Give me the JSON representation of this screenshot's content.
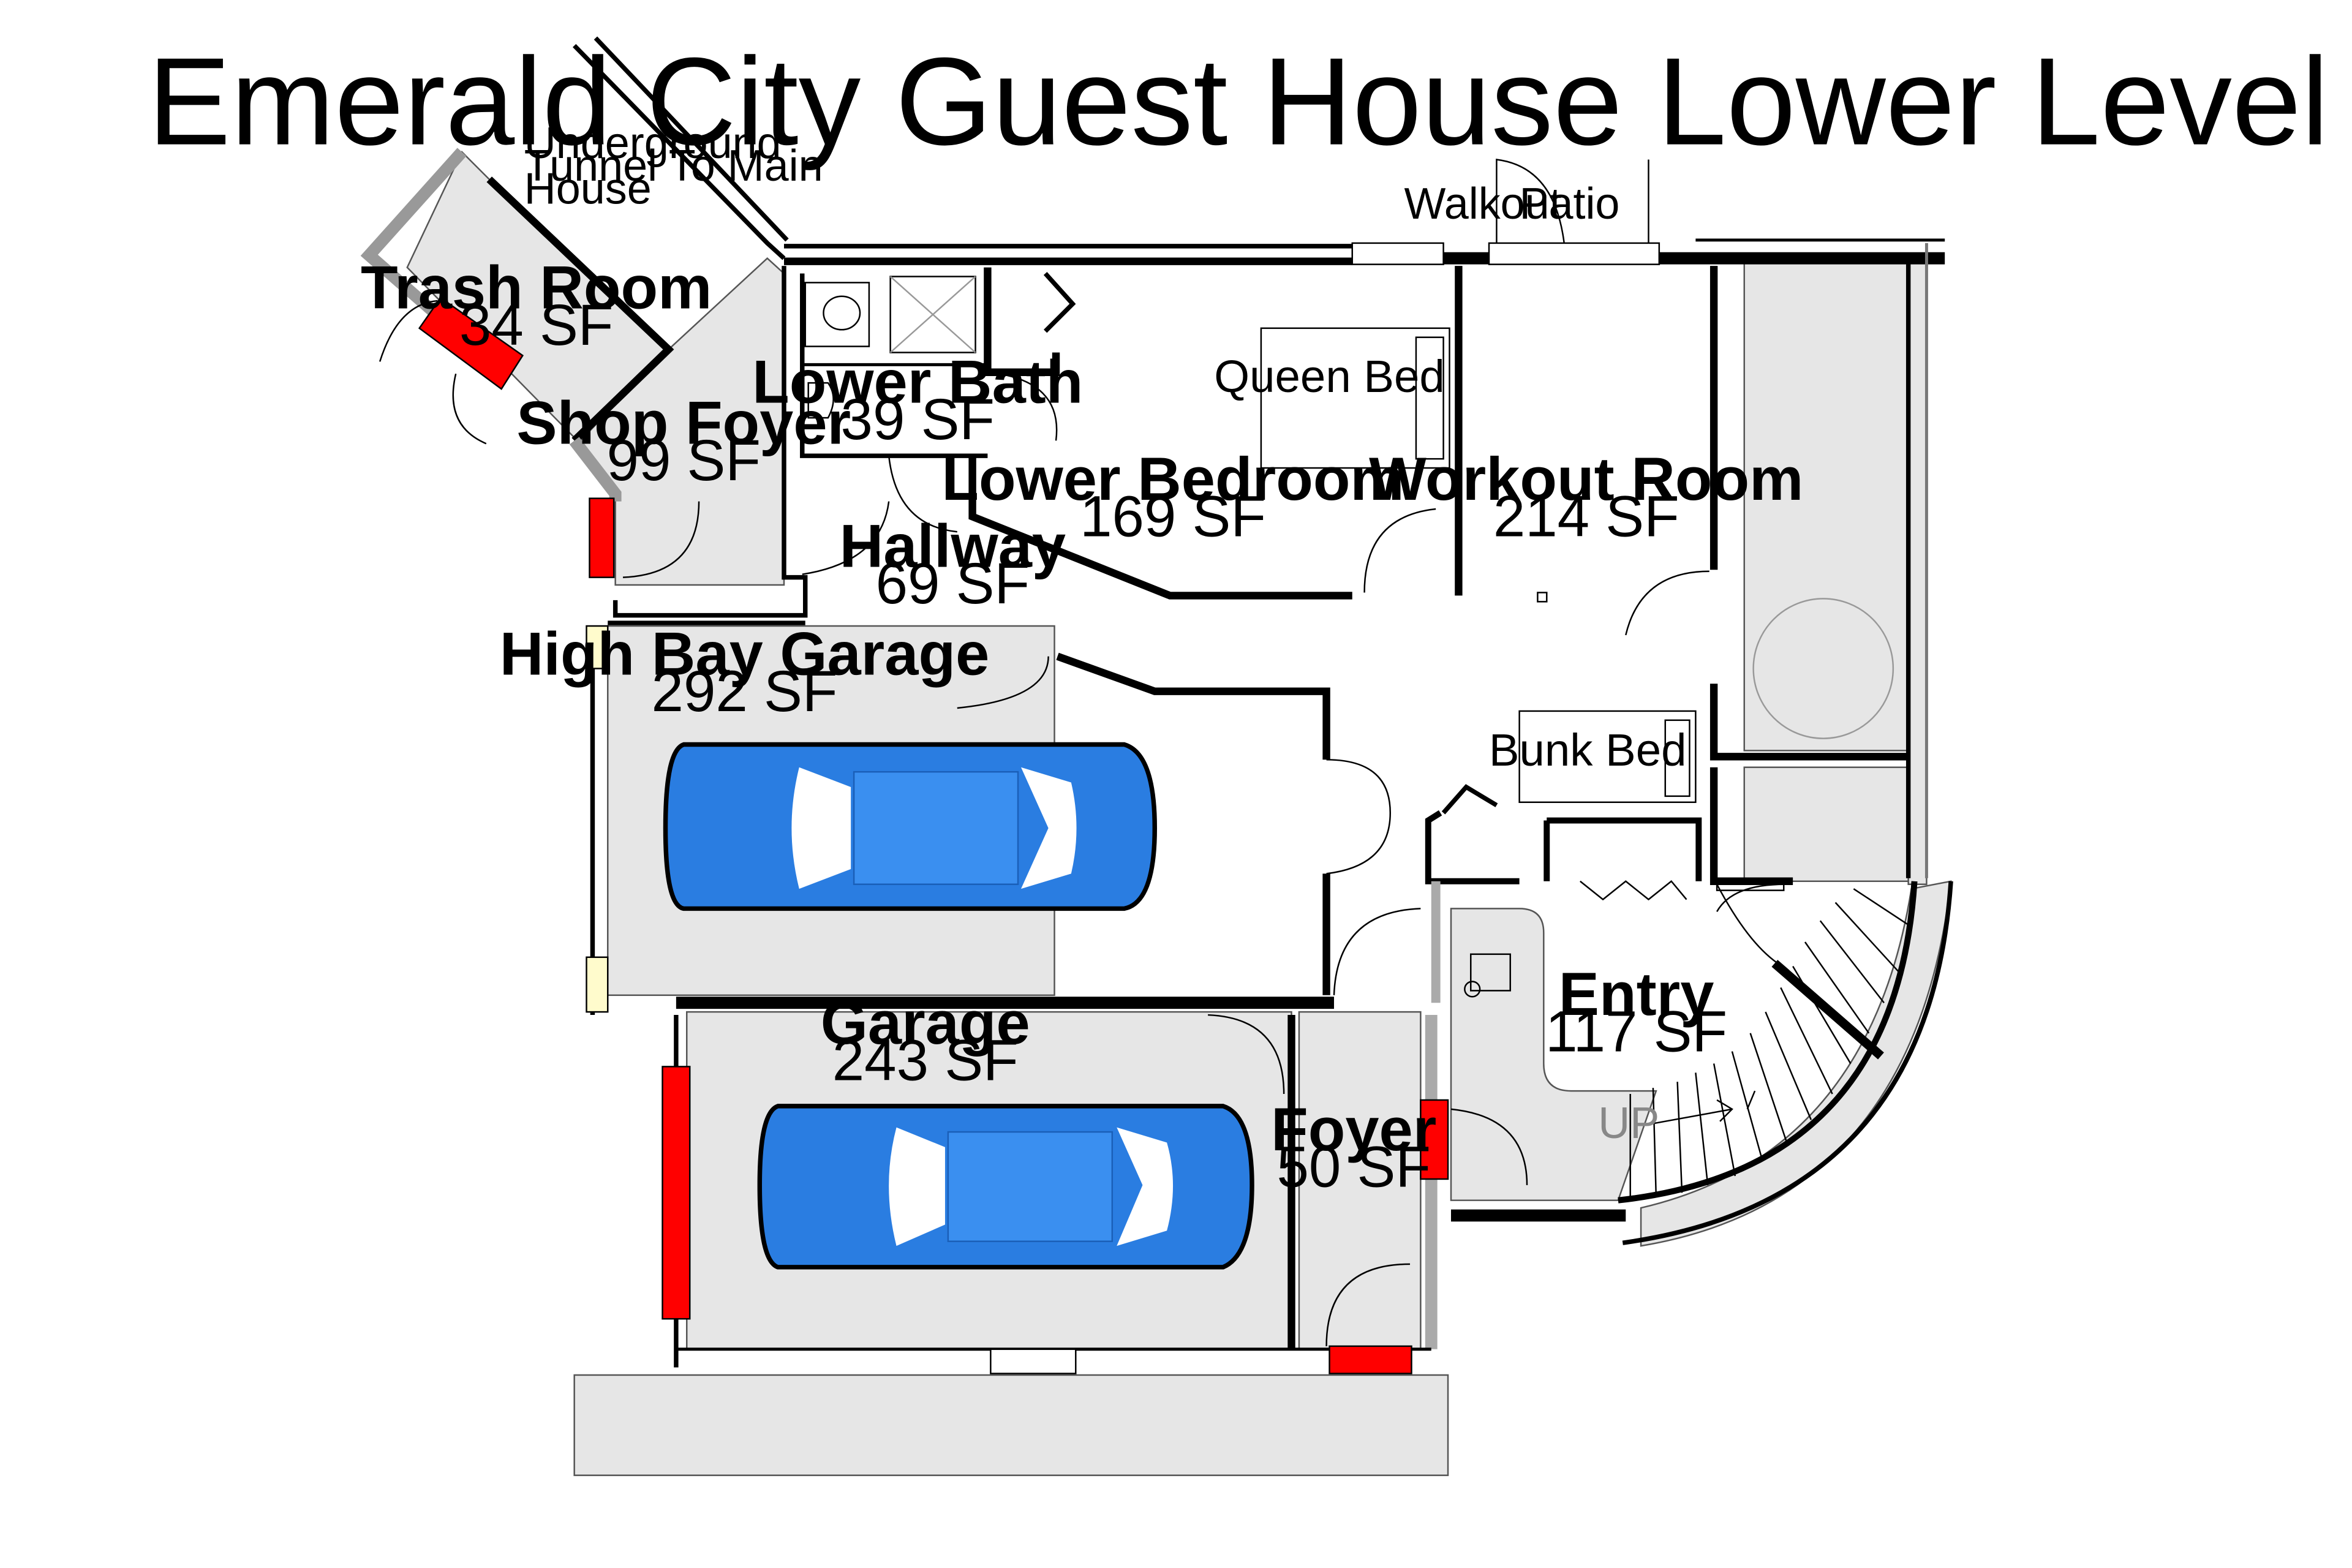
{
  "title": "Emerald City Guest House Lower Level",
  "rooms": {
    "trash_room": {
      "name": "Trash Room",
      "area": "34 SF"
    },
    "shop_foyer": {
      "name": "Shop Foyer",
      "area": "99 SF"
    },
    "lower_bath": {
      "name": "Lower Bath",
      "area": "39 SF"
    },
    "lower_bedroom": {
      "name": "Lower Bedroom",
      "area": "169 SF"
    },
    "workout_room": {
      "name": "Workout Room",
      "area": "214 SF"
    },
    "hallway": {
      "name": "Hallway",
      "area": "69 SF"
    },
    "high_bay_garage": {
      "name": "High Bay Garage",
      "area": "292 SF"
    },
    "garage": {
      "name": "Garage",
      "area": "243 SF"
    },
    "foyer": {
      "name": "Foyer",
      "area": "50 SF"
    },
    "entry": {
      "name": "Entry",
      "area": "117 SF"
    }
  },
  "labels": {
    "tunnel_line1": "Underground",
    "tunnel_line2": "Tunnel To Main",
    "tunnel_line3": "House",
    "walkout": "Walkout",
    "patio": "Patio",
    "queen_bed": "Queen Bed",
    "bunk_bed": "Bunk Bed",
    "stair_up": "UP"
  },
  "colors": {
    "wall": "#000000",
    "floor_grey": "#e6e6e6",
    "fire_door": "#ff0000",
    "car_body": "#2a7de1",
    "window_yellow": "#fffbcc"
  }
}
